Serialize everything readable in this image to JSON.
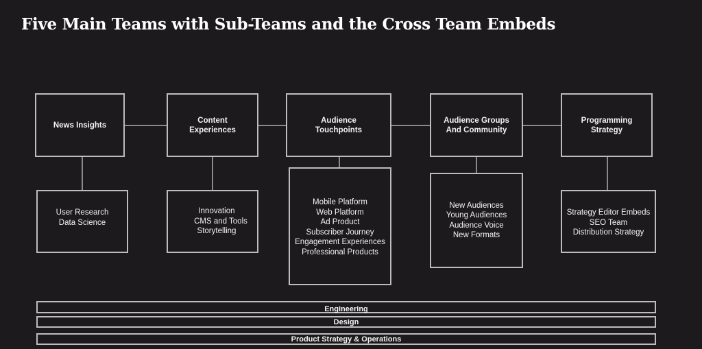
{
  "title": "Five Main Teams with Sub-Teams and the Cross Team Embeds",
  "teams": [
    {
      "name": "News Insights",
      "subteams": [
        "User Research",
        "Data Science"
      ]
    },
    {
      "name": "Content Experiences",
      "subteams": [
        "Innovation",
        "CMS and Tools",
        "Storytelling"
      ]
    },
    {
      "name": "Audience Touchpoints",
      "subteams": [
        "Mobile Platform",
        "Web Platform",
        "Ad Product",
        "Subscriber Journey",
        "Engagement Experiences",
        "Professional Products"
      ]
    },
    {
      "name": "Audience Groups And Community",
      "subteams": [
        "New Audiences",
        "Young Audiences",
        "Audience Voice",
        "New Formats"
      ]
    },
    {
      "name": "Programming Strategy",
      "subteams": [
        "Strategy Editor Embeds",
        "SEO Team",
        "Distribution Strategy"
      ]
    }
  ],
  "cross_team": [
    "Engineering",
    "Design",
    "Product Strategy & Operations"
  ]
}
